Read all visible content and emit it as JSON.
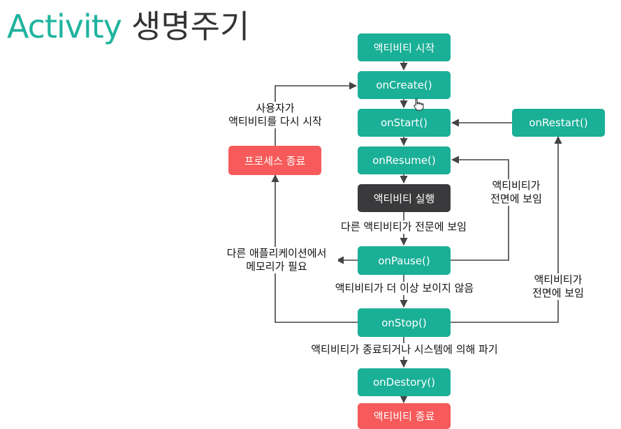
{
  "title": {
    "english": "Activity",
    "korean": "생명주기"
  },
  "nodes": {
    "start": "액티비티 시작",
    "on_create": "onCreate()",
    "on_start": "onStart()",
    "on_restart": "onRestart()",
    "on_resume": "onResume()",
    "running": "액티비티 실행",
    "on_pause": "onPause()",
    "on_stop": "onStop()",
    "on_destroy": "onDestory()",
    "end": "액티비티 종료",
    "process_killed": "프로세스 종료"
  },
  "labels": {
    "user_restart": [
      "사용자가",
      "액티비티를 다시 시작"
    ],
    "foreground_resume": [
      "액티비티가",
      "전면에 보임"
    ],
    "other_foreground": "다른 액티비티가 전문에 보임",
    "memory_needed": [
      "다른 애플리케이션에서",
      "메모리가 필요"
    ],
    "not_visible": "액티비티가 더 이상 보이지 않음",
    "foreground_restart": [
      "액티비티가",
      "전면에 보임"
    ],
    "finishing": "액티비티가 종료되거나 시스템에 의해 파기"
  },
  "colors": {
    "title_accent": "#1fb39e",
    "state_box": "#1aaf97",
    "terminal_box": "#f65a5a",
    "running_box": "#3a3a3c",
    "arrow": "#444444"
  },
  "icons": {
    "cursor": "hand-pointer-icon"
  }
}
